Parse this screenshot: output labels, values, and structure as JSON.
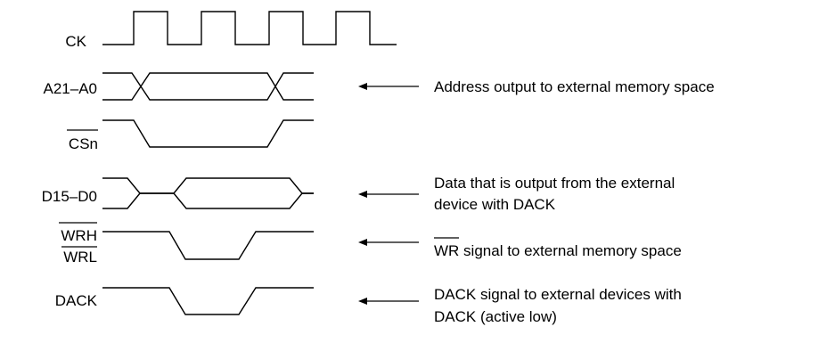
{
  "signals": {
    "ck": "CK",
    "address": "A21–A0",
    "cs": "CSn",
    "data": "D15–D0",
    "wrh": "WRH",
    "wrl": "WRL",
    "dack": "DACK"
  },
  "annotations": {
    "address": "Address output to external memory space",
    "data_line1": "Data that is output from the external",
    "data_line2": "device with DACK",
    "wr_overbar": "WR",
    "wr_rest": " signal to external memory space",
    "dack_line1": "DACK signal to external devices with",
    "dack_line2": "DACK (active low)"
  }
}
